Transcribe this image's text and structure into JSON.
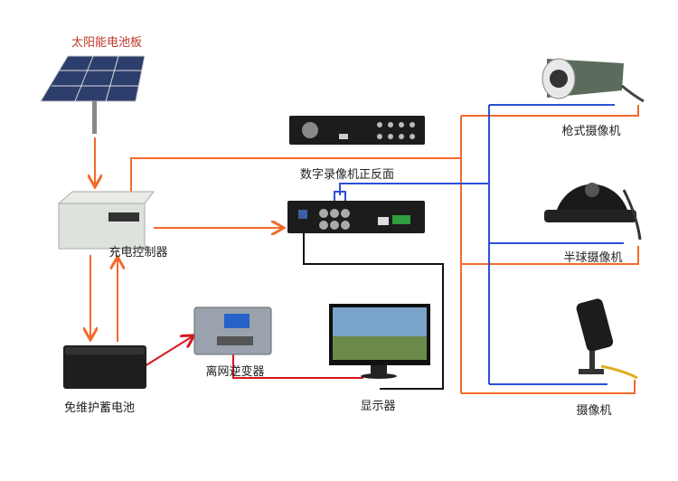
{
  "labels": {
    "solar_panel": "太阳能电池板",
    "charge_controller": "充电控制器",
    "battery": "免维护蓄电池",
    "inverter": "离网逆变器",
    "monitor": "显示器",
    "dvr": "数字录像机正反面",
    "bullet_camera": "枪式摄像机",
    "dome_camera": "半球摄像机",
    "camera": "摄像机"
  },
  "colors": {
    "power_line": "#f26a2a",
    "video_line": "#2b4fd8",
    "ac_line": "#d9161c",
    "vga_line": "#111111"
  }
}
